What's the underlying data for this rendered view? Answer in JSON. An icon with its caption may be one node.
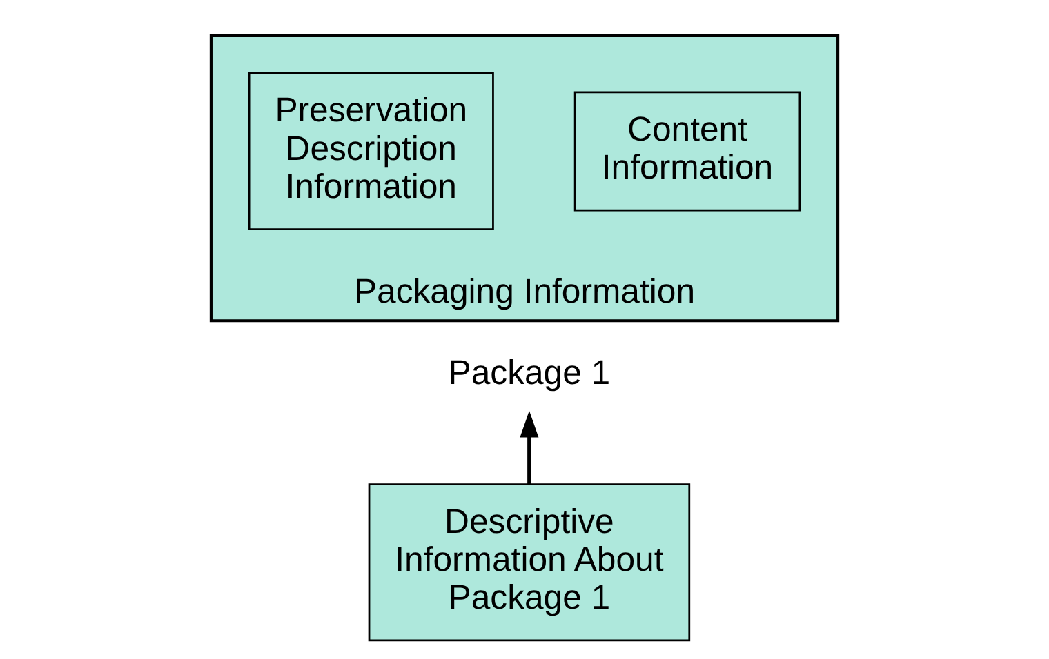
{
  "diagram": {
    "nodes": [
      {
        "text": [
          "Packaging Information"
        ]
      },
      {
        "text": [
          "Content Information"
        ],
        "in": 0
      },
      {
        "text": [
          "Preservation Description Information"
        ],
        "in": 0
      },
      {
        "text": [
          "Package 1"
        ]
      },
      {
        "text": [
          "Descriptive Information About Package 1"
        ]
      }
    ],
    "edges": [
      {
        "from": 4,
        "to": 3,
        "arrow": "to"
      }
    ]
  }
}
